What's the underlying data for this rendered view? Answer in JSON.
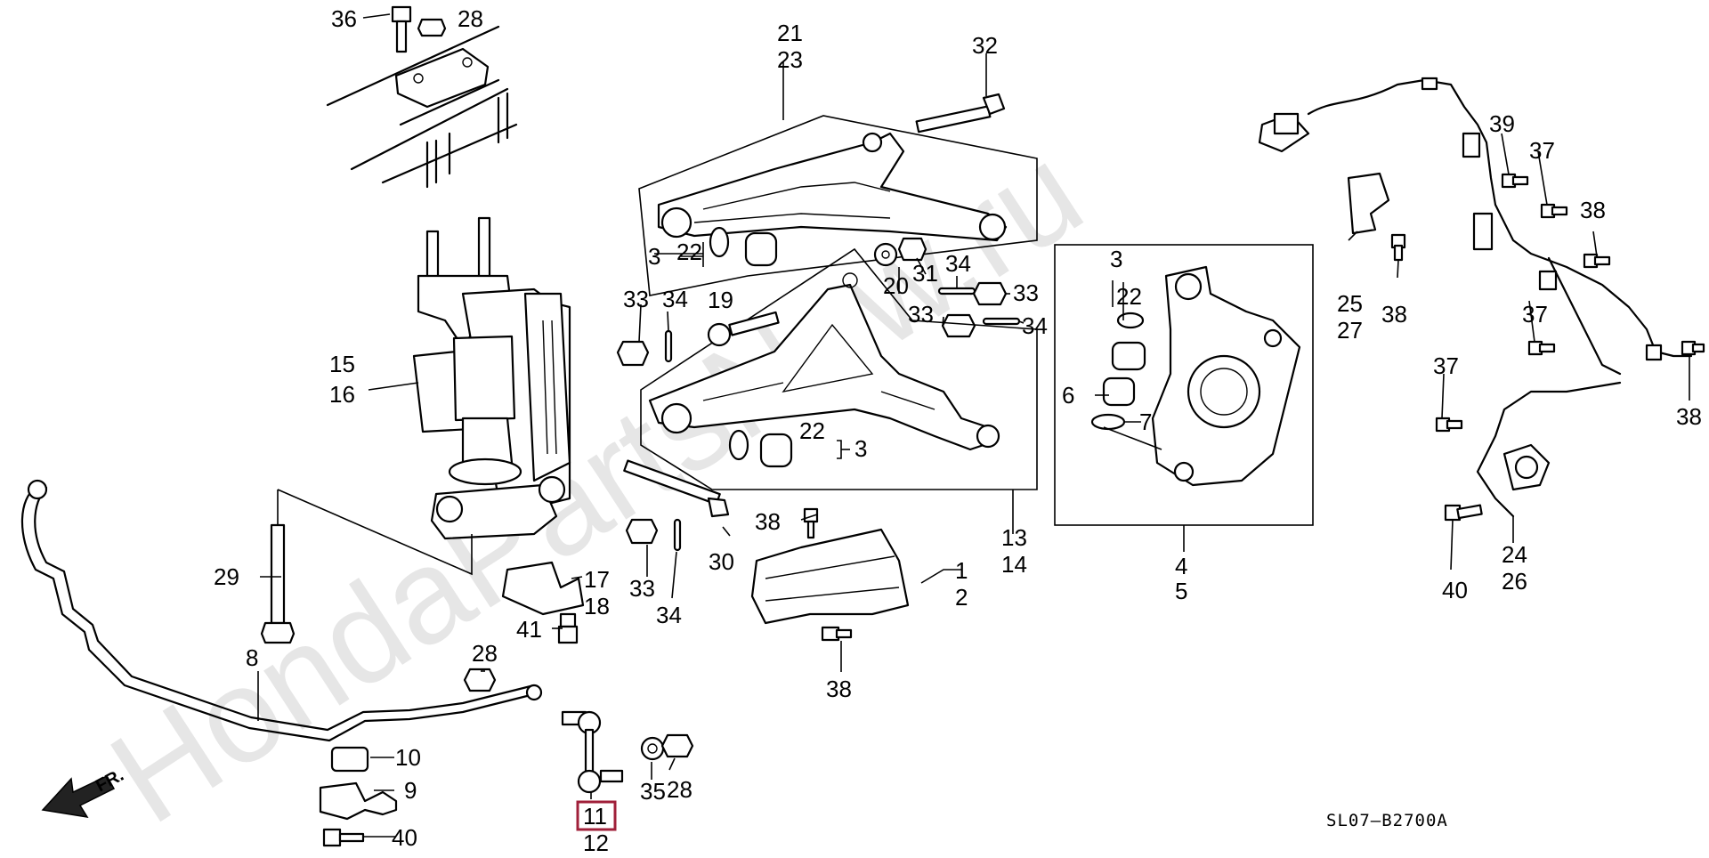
{
  "diagram": {
    "code": "SL07–B2700A",
    "watermark": "HondaPartsNow.ru",
    "direction_label": "FR.",
    "highlighted_part": "11",
    "callouts": {
      "c1": "1",
      "c2": "2",
      "c3a": "3",
      "c3b": "3",
      "c3c": "3",
      "c4": "4",
      "c5": "5",
      "c6": "6",
      "c7": "7",
      "c8": "8",
      "c9": "9",
      "c10": "10",
      "c11": "11",
      "c12": "12",
      "c13": "13",
      "c14": "14",
      "c15": "15",
      "c16": "16",
      "c17": "17",
      "c18": "18",
      "c19": "19",
      "c20": "20",
      "c21": "21",
      "c22a": "22",
      "c22b": "22",
      "c22c": "22",
      "c23": "23",
      "c24": "24",
      "c25": "25",
      "c26": "26",
      "c27": "27",
      "c28a": "28",
      "c28b": "28",
      "c28c": "28",
      "c29": "29",
      "c30": "30",
      "c31": "31",
      "c32": "32",
      "c33a": "33",
      "c33b": "33",
      "c33c": "33",
      "c33d": "33",
      "c34a": "34",
      "c34b": "34",
      "c34c": "34",
      "c34d": "34",
      "c35": "35",
      "c36": "36",
      "c37a": "37",
      "c37b": "37",
      "c37c": "37",
      "c38a": "38",
      "c38b": "38",
      "c38c": "38",
      "c38d": "38",
      "c38e": "38",
      "c39": "39",
      "c40a": "40",
      "c40b": "40",
      "c41": "41"
    }
  }
}
